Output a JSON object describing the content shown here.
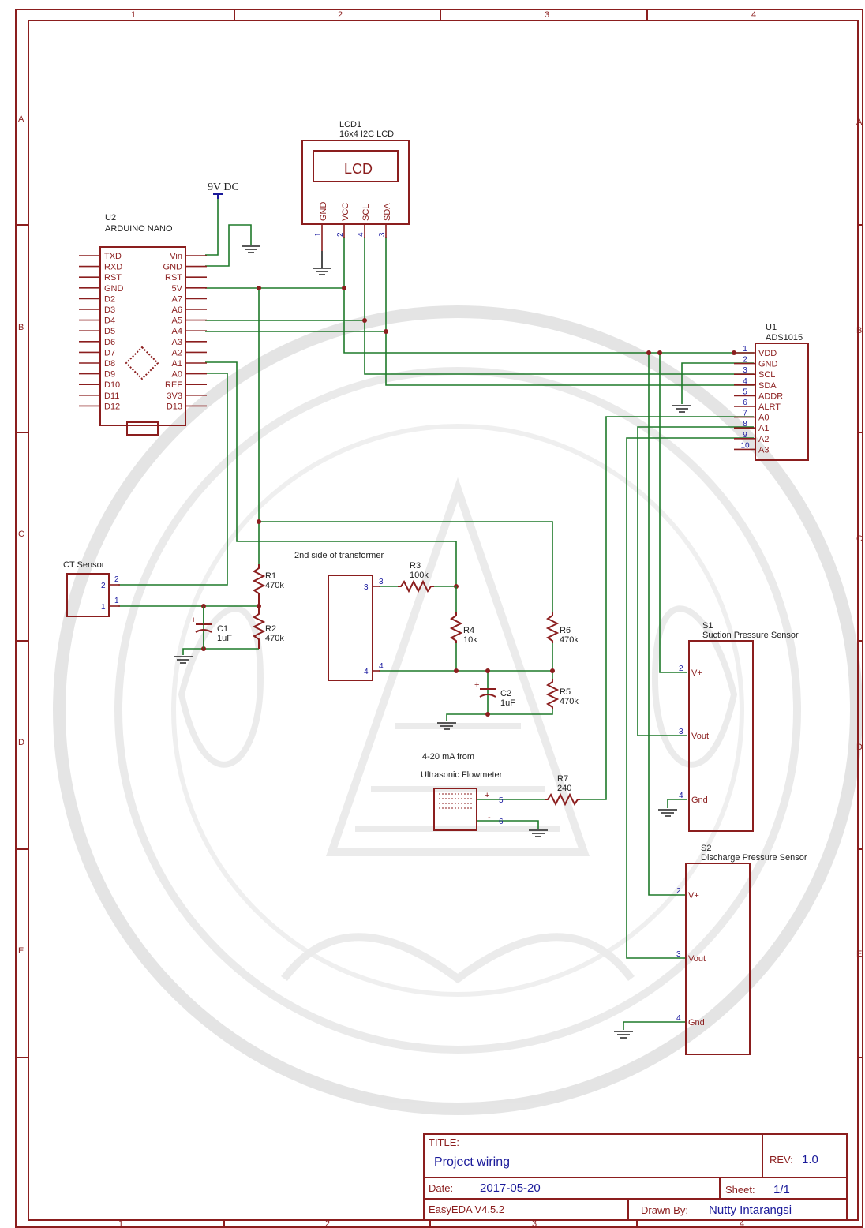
{
  "zones": {
    "columns": [
      "1",
      "2",
      "3",
      "4"
    ],
    "rows": [
      "A",
      "B",
      "C",
      "D",
      "E"
    ]
  },
  "power": {
    "supply_label": "9V DC"
  },
  "lcd": {
    "ref": "LCD1",
    "value": "16x4 I2C LCD",
    "display_text": "LCD",
    "pins": [
      {
        "num": "1",
        "name": "GND"
      },
      {
        "num": "2",
        "name": "VCC"
      },
      {
        "num": "4",
        "name": "SCL"
      },
      {
        "num": "3",
        "name": "SDA"
      }
    ]
  },
  "arduino": {
    "ref": "U2",
    "value": "ARDUINO NANO",
    "left_pins": [
      "TXD",
      "RXD",
      "RST",
      "GND",
      "D2",
      "D3",
      "D4",
      "D5",
      "D6",
      "D7",
      "D8",
      "D9",
      "D10",
      "D11",
      "D12"
    ],
    "right_pins": [
      "Vin",
      "GND",
      "RST",
      "5V",
      "A7",
      "A6",
      "A5",
      "A4",
      "A3",
      "A2",
      "A1",
      "A0",
      "REF",
      "3V3",
      "D13"
    ]
  },
  "adc": {
    "ref": "U1",
    "value": "ADS1015",
    "pins": [
      {
        "num": "1",
        "name": "VDD"
      },
      {
        "num": "2",
        "name": "GND"
      },
      {
        "num": "3",
        "name": "SCL"
      },
      {
        "num": "4",
        "name": "SDA"
      },
      {
        "num": "5",
        "name": "ADDR"
      },
      {
        "num": "6",
        "name": "ALRT"
      },
      {
        "num": "7",
        "name": "A0"
      },
      {
        "num": "8",
        "name": "A1"
      },
      {
        "num": "9",
        "name": "A2"
      },
      {
        "num": "10",
        "name": "A3"
      }
    ]
  },
  "ct_sensor": {
    "label": "CT Sensor",
    "pins": [
      "2",
      "1"
    ]
  },
  "transformer": {
    "label": "2nd side of transformer",
    "pins": [
      "3",
      "4"
    ]
  },
  "flowmeter": {
    "label_line1": "4-20 mA from",
    "label_line2": "Ultrasonic Flowmeter",
    "plus": "+",
    "minus": "-",
    "pins": [
      "5",
      "6"
    ]
  },
  "resistors": {
    "r1": {
      "ref": "R1",
      "value": "470k"
    },
    "r2": {
      "ref": "R2",
      "value": "470k"
    },
    "r3": {
      "ref": "R3",
      "value": "100k"
    },
    "r4": {
      "ref": "R4",
      "value": "10k"
    },
    "r5": {
      "ref": "R5",
      "value": "470k"
    },
    "r6": {
      "ref": "R6",
      "value": "470k"
    },
    "r7": {
      "ref": "R7",
      "value": "240"
    }
  },
  "capacitors": {
    "c1": {
      "ref": "C1",
      "value": "1uF"
    },
    "c2": {
      "ref": "C2",
      "value": "1uF"
    }
  },
  "s1": {
    "ref": "S1",
    "value": "Suction Pressure Sensor",
    "pins": [
      {
        "num": "2",
        "name": "V+"
      },
      {
        "num": "3",
        "name": "Vout"
      },
      {
        "num": "4",
        "name": "Gnd"
      }
    ]
  },
  "s2": {
    "ref": "S2",
    "value": "Discharge Pressure Sensor",
    "pins": [
      {
        "num": "2",
        "name": "V+"
      },
      {
        "num": "3",
        "name": "Vout"
      },
      {
        "num": "4",
        "name": "Gnd"
      }
    ]
  },
  "title_block": {
    "title_key": "TITLE:",
    "title": "Project wiring",
    "rev_key": "REV:",
    "rev": "1.0",
    "date_key": "Date:",
    "date": "2017-05-20",
    "sheet_key": "Sheet:",
    "sheet": "1/1",
    "tool": "EasyEDA V4.5.2",
    "drawn_key": "Drawn By:",
    "drawn_by": "Nutty Intarangsi"
  },
  "watermark": {
    "type": "university seal",
    "color": "#d6d6d6"
  }
}
